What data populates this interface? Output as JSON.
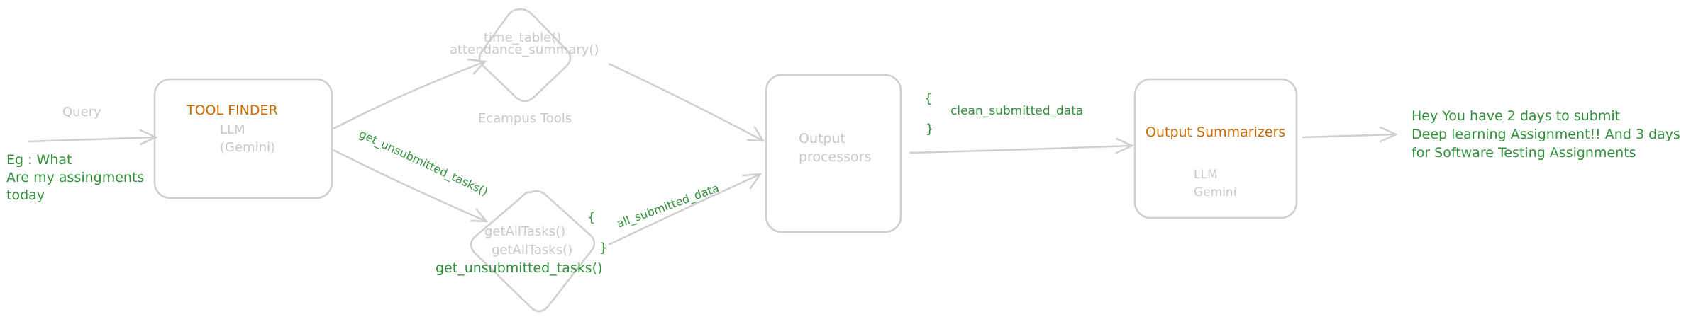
{
  "colors": {
    "muted": "#c8c8c8",
    "stroke": "#cfcfcf",
    "green": "#2f8f3a",
    "orange": "#c86b00"
  },
  "query": {
    "label": "Query",
    "example_lines": [
      "Eg : What",
      "Are my assingments",
      "today"
    ]
  },
  "tool_finder": {
    "title": "TOOL FINDER",
    "model_line1": "LLM",
    "model_line2": "(Gemini)"
  },
  "ecampus": {
    "fn1": "time_table()",
    "fn2": "attendance_summary()",
    "label": "Ecampus Tools"
  },
  "edge_get_unsubmitted": "get_unsubmitted_tasks()",
  "tasks_node": {
    "fn1": "getAllTasks()",
    "fn2": "getAllTasks()",
    "fn3": "get_unsubmitted_tasks()",
    "brace_open": "{",
    "brace_close": "}"
  },
  "edge_all_submitted": "all_submitted_data",
  "output_processors": {
    "line1": "Output",
    "line2": "processors"
  },
  "clean_data": {
    "brace_open": "{",
    "label": "clean_submitted_data",
    "brace_close": "}"
  },
  "summarizers": {
    "title": "Output Summarizers",
    "model_line1": "LLM",
    "model_line2": "Gemini"
  },
  "result_lines": [
    "Hey You have 2 days to submit",
    "Deep learning Assignment!! And 3 days",
    "for Software Testing Assignments"
  ]
}
